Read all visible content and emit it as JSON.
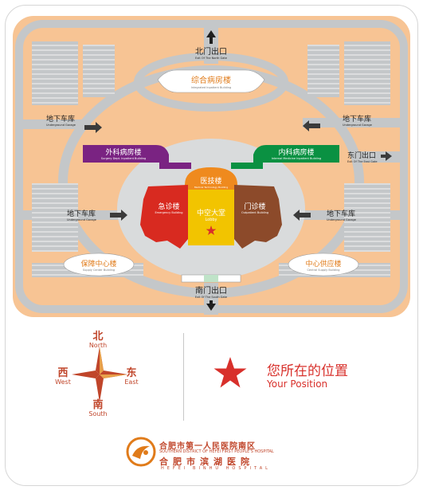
{
  "colors": {
    "ground": "#f7c494",
    "road": "#c4c7c9",
    "surgery": "#7a2382",
    "internal": "#0a9142",
    "medtech": "#ef8a1e",
    "emergency": "#d82a20",
    "lobby": "#f2c400",
    "outpatient": "#8c4a2a",
    "star": "#d8302b",
    "accent": "#c0452a"
  },
  "map": {
    "north_gate": {
      "cn": "北门出口",
      "en": "Exit Of The North Gate"
    },
    "inpatient": {
      "cn": "综合病房楼",
      "en": "Integrated Inpatient Building"
    },
    "garage_left_top": {
      "cn": "地下车库",
      "en": "Underground Garage"
    },
    "garage_right_top": {
      "cn": "地下车库",
      "en": "Underground Garage"
    },
    "east_gate": {
      "cn": "东门出口",
      "en": "Exit Of The East Gate"
    },
    "surgery": {
      "cn": "外科病房楼",
      "en": "Surgery Dept. Inpatient Building"
    },
    "internal": {
      "cn": "内科病房楼",
      "en": "Internal Medicine Inpatient Building"
    },
    "medtech": {
      "cn": "医技楼",
      "en": "Medical Technology Building"
    },
    "emergency": {
      "cn": "急诊楼",
      "en": "Emergency Building"
    },
    "lobby": {
      "cn": "中空大堂",
      "en": "Lobby"
    },
    "outpatient": {
      "cn": "门诊楼",
      "en": "Outpatient Building"
    },
    "garage_left_mid": {
      "cn": "地下车库",
      "en": "Underground Garage"
    },
    "garage_right_mid": {
      "cn": "地下车库",
      "en": "Underground Garage"
    },
    "supply_center": {
      "cn": "保障中心楼",
      "en": "Supply Center Building"
    },
    "central_supply": {
      "cn": "中心供应楼",
      "en": "Central Supply Building"
    },
    "south_gate": {
      "cn": "南门出口",
      "en": "Exit Of The South Gate"
    }
  },
  "compass": {
    "north": {
      "cn": "北",
      "en": "North"
    },
    "south": {
      "cn": "南",
      "en": "South"
    },
    "west": {
      "cn": "西",
      "en": "West"
    },
    "east": {
      "cn": "东",
      "en": "East"
    }
  },
  "legend": {
    "cn": "您所在的位置",
    "en": "Your Position",
    "star_icon": "red-star"
  },
  "footer": {
    "name_cn": "合肥市第一人民医院南区",
    "district_en": "SOUTHERN DISTRICT OF HEFEI FIRST PEOPLE'S HOSPITAL",
    "binhu_cn": "合肥市滨湖医院",
    "binhu_en": "HEFEI BINHU HOSPITAL"
  }
}
